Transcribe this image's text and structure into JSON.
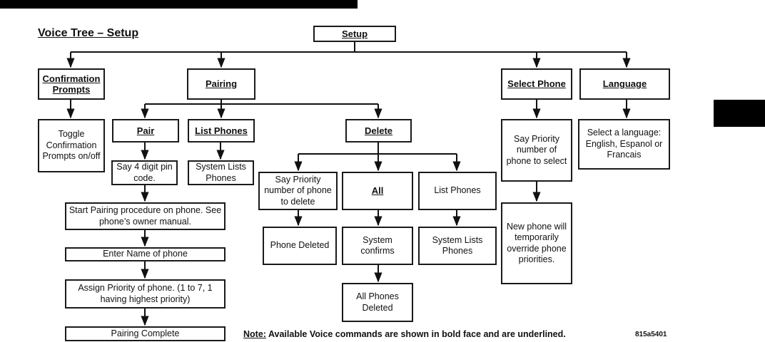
{
  "title": "Voice Tree – Setup",
  "nodes": {
    "setup": "Setup",
    "confirmation_prompts": "Confirmation Prompts",
    "toggle_confirmation": "Toggle Confirmation Prompts on/off",
    "pairing": "Pairing",
    "pair": "Pair",
    "say_pin": "Say 4 digit pin code.",
    "start_pairing": "Start Pairing procedure on phone. See phone’s owner manual.",
    "enter_name": "Enter Name of phone",
    "assign_priority": "Assign Priority of phone. (1 to 7, 1 having highest priority)",
    "pairing_complete": "Pairing Complete",
    "list_phones": "List Phones",
    "system_lists_phones": "System Lists Phones",
    "delete": "Delete",
    "say_priority_delete": "Say Priority number of phone to delete",
    "phone_deleted": "Phone Deleted",
    "all": "All",
    "system_confirms": "System confirms",
    "all_phones_deleted": "All Phones Deleted",
    "delete_list_phones": "List Phones",
    "delete_system_lists_phones": "System Lists Phones",
    "select_phone": "Select Phone",
    "say_priority_select": "Say Priority number of phone to select",
    "new_phone_override": "New phone will temporarily override phone priorities.",
    "language": "Language",
    "select_language": "Select a language: English, Espanol or Francais"
  },
  "note": {
    "label": "Note:",
    "text": " Available Voice commands are shown in bold face and are underlined."
  },
  "figure_code": "815a5401"
}
